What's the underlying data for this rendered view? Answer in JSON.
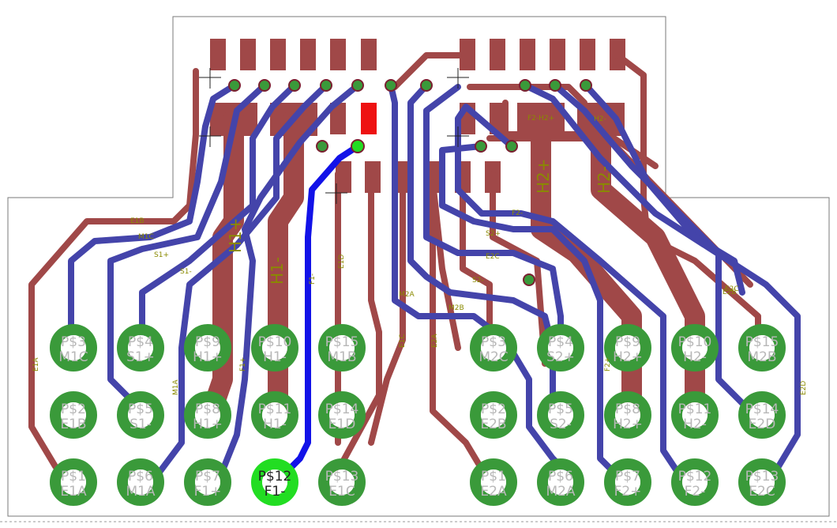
{
  "colors": {
    "background": "#ffffff",
    "outline": "#7a7a7a",
    "top_copper": "#a04848",
    "top_copper_dark": "#7a2030",
    "bottom_copper": "#4444aa",
    "bottom_highlight": "#1212e8",
    "pad": "#3a9a3a",
    "pad_highlight": "#22dd22",
    "selected_smd": "#ee1111",
    "label": "#8a8a00"
  },
  "left_connector": {
    "top_row": [
      {
        "name": "P$3",
        "net": "M1C"
      },
      {
        "name": "P$4",
        "net": "S1+"
      },
      {
        "name": "P$9",
        "net": "H1+"
      },
      {
        "name": "P$10",
        "net": "H1-"
      },
      {
        "name": "P$15",
        "net": "M1B"
      }
    ],
    "middle_row": [
      {
        "name": "P$2",
        "net": "E1B"
      },
      {
        "name": "P$5",
        "net": "S1-"
      },
      {
        "name": "P$8",
        "net": "H1+"
      },
      {
        "name": "P$11",
        "net": "H1-"
      },
      {
        "name": "P$14",
        "net": "E1D"
      }
    ],
    "bottom_row": [
      {
        "name": "P$1",
        "net": "E1A"
      },
      {
        "name": "P$6",
        "net": "M1A"
      },
      {
        "name": "P$7",
        "net": "F1+"
      },
      {
        "name": "P$12",
        "net": "F1-"
      },
      {
        "name": "P$13",
        "net": "E1C"
      }
    ]
  },
  "right_connector": {
    "top_row": [
      {
        "name": "P$3",
        "net": "M2C"
      },
      {
        "name": "P$4",
        "net": "S2+"
      },
      {
        "name": "P$9",
        "net": "H2+"
      },
      {
        "name": "P$10",
        "net": "H2-"
      },
      {
        "name": "P$15",
        "net": "M2B"
      }
    ],
    "middle_row": [
      {
        "name": "P$2",
        "net": "E2B"
      },
      {
        "name": "P$5",
        "net": "S2-"
      },
      {
        "name": "P$8",
        "net": "H2+"
      },
      {
        "name": "P$11",
        "net": "H2-"
      },
      {
        "name": "P$14",
        "net": "E2D"
      }
    ],
    "bottom_row": [
      {
        "name": "P$1",
        "net": "E2A"
      },
      {
        "name": "P$6",
        "net": "M2A"
      },
      {
        "name": "P$7",
        "net": "F2+"
      },
      {
        "name": "P$12",
        "net": "F2-"
      },
      {
        "name": "P$13",
        "net": "E2C"
      }
    ]
  },
  "trace_labels": {
    "e1b": "E1B",
    "m1c": "M1C",
    "s1p": "S1+",
    "s1m": "S1-",
    "m1a": "M1A",
    "h1p": "H1+",
    "h1m": "H1-",
    "f1m": "F1-",
    "f1p": "F1+",
    "e1a": "E1A",
    "h2p": "H2+",
    "h2m": "H2-",
    "f2p": "F2+",
    "f2m": "F2-",
    "e2b": "E2B",
    "m2b": "M2B",
    "s2p": "S2+",
    "s2m": "S2-",
    "e2c": "E2C",
    "m2c": "M2C",
    "m2a": "M2A",
    "e1d": "E1D",
    "e1c": "E1C",
    "e2a": "E2A",
    "e2d": "E2D",
    "f2_h2": "F2-H2+",
    "h2_pad": "H2-",
    "e2c_r": "E2C"
  }
}
